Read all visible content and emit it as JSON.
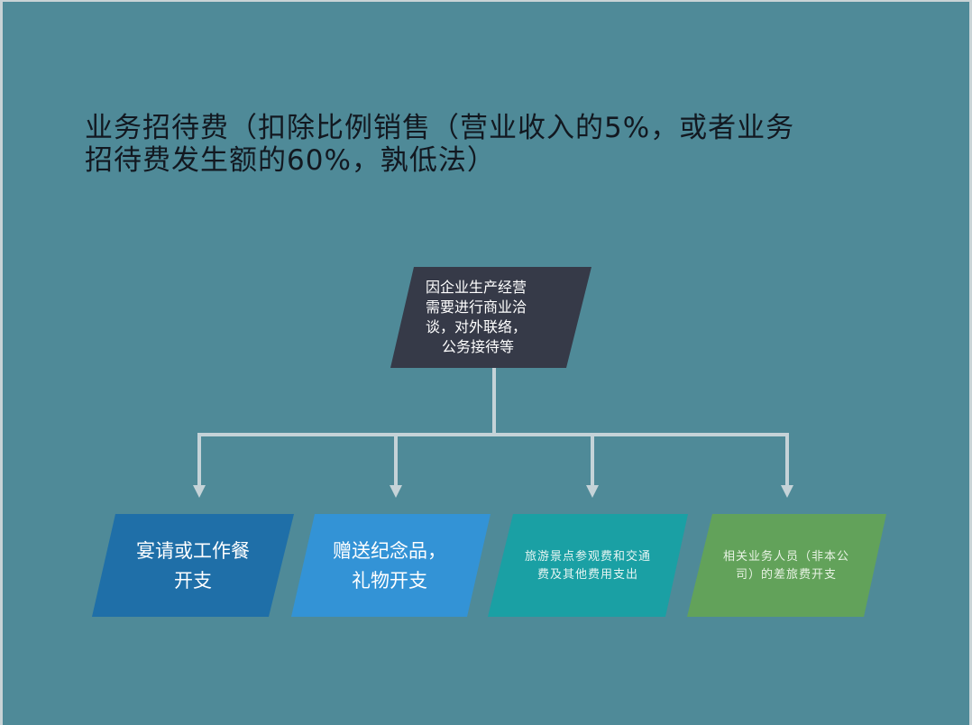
{
  "title": {
    "line1": "业务招待费（扣除比例销售（营业收入的5%，或者业务",
    "line2": "招待费发生额的60%，孰低法）"
  },
  "colors": {
    "background": "#4f8a98",
    "title_text": "#121820",
    "connector": "#c5d3d8",
    "root_fill": "#363a48",
    "leaf1_fill": "#1f6fa8",
    "leaf2_fill": "#3393d6",
    "leaf3_fill": "#1aa0a4",
    "leaf4_fill": "#62a25a"
  },
  "root": {
    "lines": [
      "因企业生产经营",
      "需要进行商业洽",
      "谈，对外联络，",
      "公务接待等"
    ]
  },
  "leaves": [
    {
      "lines": [
        "宴请或工作餐",
        "开支"
      ]
    },
    {
      "lines": [
        "赠送纪念品，",
        "礼物开支"
      ]
    },
    {
      "lines": [
        "旅游景点参观费和交通",
        "费及其他费用支出"
      ]
    },
    {
      "lines": [
        "相关业务人员（非本公",
        "司）的差旅费开支"
      ]
    }
  ]
}
